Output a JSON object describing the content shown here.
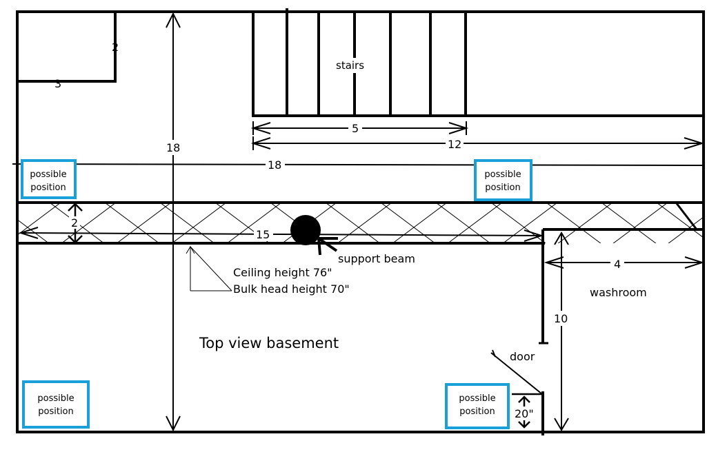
{
  "title": "Top view basement",
  "labels": {
    "stairs": "stairs",
    "washroom": "washroom",
    "door": "door",
    "support_beam": "support beam",
    "ceiling_height": "Ceiling height  76\"",
    "bulkhead_height": "Bulk head height 70\""
  },
  "dimensions": {
    "closet_h": "2",
    "closet_w": "3",
    "room_height": "18",
    "stairs_width": "5",
    "width_12": "12",
    "width_18": "18",
    "bulkhead_depth": "2",
    "bulkhead_length": "15",
    "washroom_width": "4",
    "washroom_length": "10",
    "door_gap": "20\""
  },
  "possible_positions": [
    {
      "line1": "possible",
      "line2": "position"
    },
    {
      "line1": "possible",
      "line2": "position"
    },
    {
      "line1": "possible",
      "line2": "position"
    },
    {
      "line1": "possible",
      "line2": "position"
    }
  ],
  "colors": {
    "position_box_border": "#1aa0d8",
    "ink": "#000000"
  }
}
